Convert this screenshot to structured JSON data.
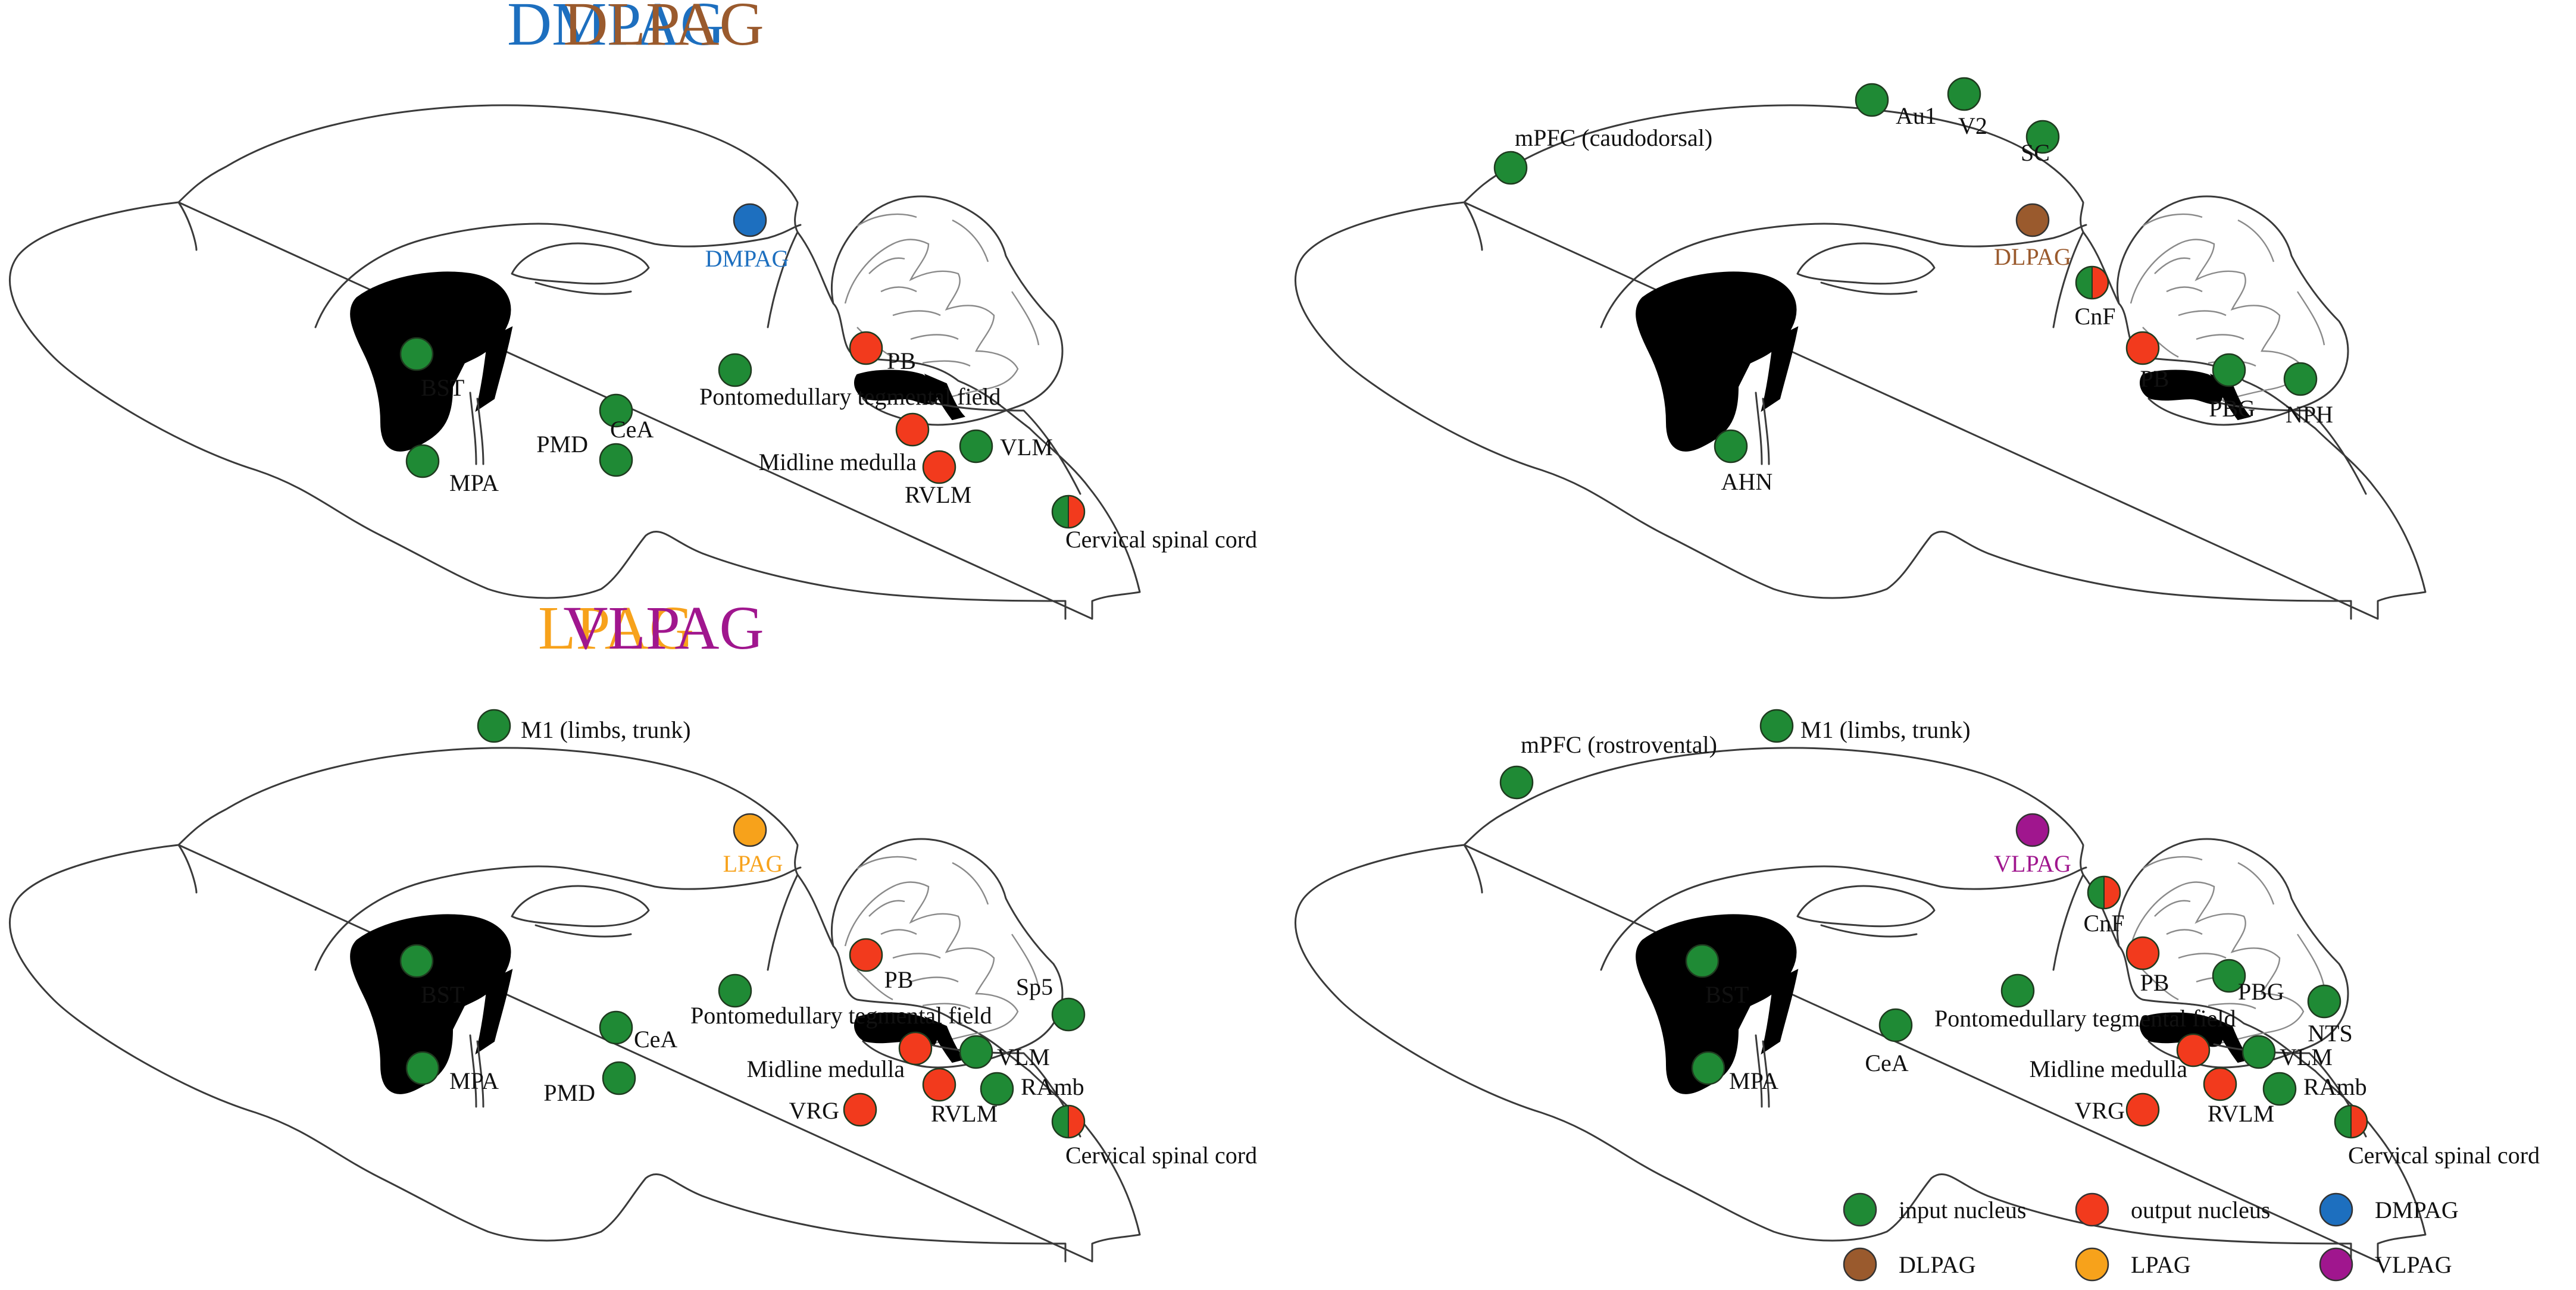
{
  "colors": {
    "input": "#1f8a35",
    "output": "#f23a1d",
    "DMPAG": "#1d6fbf",
    "DLPAG": "#9a5a2d",
    "LPAG": "#f7a21b",
    "VLPAG": "#a0168e"
  },
  "panels": [
    {
      "title": "DMPAG",
      "pag": {
        "label": "DMPAG"
      },
      "nuclei": [
        {
          "label": "BST",
          "type": "input"
        },
        {
          "label": "MPA",
          "type": "input"
        },
        {
          "label": "PMD",
          "type": "input"
        },
        {
          "label": "CeA",
          "type": "input"
        },
        {
          "label": "Pontomedullary tegmental field",
          "type": "input"
        },
        {
          "label": "PB",
          "type": "output"
        },
        {
          "label": "Midline medulla",
          "type": "output"
        },
        {
          "label": "RVLM",
          "type": "output"
        },
        {
          "label": "VLM",
          "type": "input"
        },
        {
          "label": "Cervical spinal cord",
          "type": "both"
        }
      ]
    },
    {
      "title": "DLPAG",
      "pag": {
        "label": "DLPAG"
      },
      "nuclei": [
        {
          "label": "mPFC (caudodorsal)",
          "type": "input"
        },
        {
          "label": "Au1",
          "type": "input"
        },
        {
          "label": "V2",
          "type": "input"
        },
        {
          "label": "SC",
          "type": "input"
        },
        {
          "label": "CnF",
          "type": "both"
        },
        {
          "label": "PB",
          "type": "output"
        },
        {
          "label": "PBG",
          "type": "input"
        },
        {
          "label": "NPH",
          "type": "input"
        },
        {
          "label": "AHN",
          "type": "input"
        }
      ]
    },
    {
      "title": "LPAG",
      "pag": {
        "label": "LPAG"
      },
      "nuclei": [
        {
          "label": "M1 (limbs, trunk)",
          "type": "input"
        },
        {
          "label": "BST",
          "type": "input"
        },
        {
          "label": "MPA",
          "type": "input"
        },
        {
          "label": "CeA",
          "type": "input"
        },
        {
          "label": "PMD",
          "type": "input"
        },
        {
          "label": "Pontomedullary tegmental field",
          "type": "input"
        },
        {
          "label": "PB",
          "type": "output"
        },
        {
          "label": "Sp5",
          "type": "input"
        },
        {
          "label": "Midline medulla",
          "type": "output"
        },
        {
          "label": "VLM",
          "type": "input"
        },
        {
          "label": "VRG",
          "type": "output"
        },
        {
          "label": "RVLM",
          "type": "output"
        },
        {
          "label": "RAmb",
          "type": "input"
        },
        {
          "label": "Cervical spinal cord",
          "type": "both"
        }
      ]
    },
    {
      "title": "VLPAG",
      "pag": {
        "label": "VLPAG"
      },
      "nuclei": [
        {
          "label": "mPFC (rostrovental)",
          "type": "input"
        },
        {
          "label": "M1 (limbs, trunk)",
          "type": "input"
        },
        {
          "label": "CnF",
          "type": "both"
        },
        {
          "label": "BST",
          "type": "input"
        },
        {
          "label": "PB",
          "type": "output"
        },
        {
          "label": "PBG",
          "type": "input"
        },
        {
          "label": "NTS",
          "type": "input"
        },
        {
          "label": "MPA",
          "type": "input"
        },
        {
          "label": "CeA",
          "type": "input"
        },
        {
          "label": "Pontomedullary tegmental field",
          "type": "input"
        },
        {
          "label": "Midline medulla",
          "type": "output"
        },
        {
          "label": "VLM",
          "type": "input"
        },
        {
          "label": "VRG",
          "type": "output"
        },
        {
          "label": "RVLM",
          "type": "output"
        },
        {
          "label": "RAmb",
          "type": "input"
        },
        {
          "label": "Cervical spinal cord",
          "type": "both"
        }
      ]
    }
  ],
  "legend": [
    {
      "label": "input nucleus",
      "color": "#1f8a35"
    },
    {
      "label": "output nucleus",
      "color": "#f23a1d"
    },
    {
      "label": "DMPAG",
      "color": "#1d6fbf"
    },
    {
      "label": "DLPAG",
      "color": "#9a5a2d"
    },
    {
      "label": "LPAG",
      "color": "#f7a21b"
    },
    {
      "label": "VLPAG",
      "color": "#a0168e"
    }
  ]
}
